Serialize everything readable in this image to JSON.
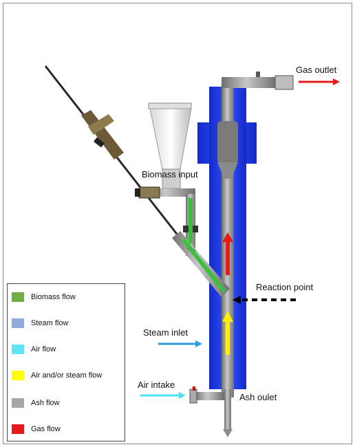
{
  "labels": {
    "gas_outlet": "Gas outlet",
    "biomass_input": "Biomass input",
    "reaction_point": "Reaction point",
    "steam_inlet": "Steam inlet",
    "air_intake": "Air intake",
    "ash_outlet": "Ash oulet"
  },
  "legend": {
    "items": [
      {
        "label": "Biomass flow",
        "color": "#70ad47",
        "icon": "biomass-flow-swatch"
      },
      {
        "label": "Steam flow",
        "color": "#8faadc",
        "icon": "steam-flow-swatch"
      },
      {
        "label": "Air flow",
        "color": "#5ee6f5",
        "icon": "air-flow-swatch"
      },
      {
        "label": "Air and/or steam flow",
        "color": "#ffff00",
        "icon": "air-steam-flow-swatch"
      },
      {
        "label": "Ash flow",
        "color": "#a6a6a6",
        "icon": "ash-flow-swatch"
      },
      {
        "label": "Gas flow",
        "color": "#e41a1c",
        "icon": "gas-flow-swatch"
      }
    ]
  },
  "colors": {
    "reactor_blue": "#1e3cf0",
    "biomass_green": "#3cbf3c",
    "air_cyan": "#4fe0f0",
    "steam_blue": "#2e9be0",
    "gas_red": "#e31b1b",
    "yellow": "#ffee00",
    "tube_gray": "#8c8c8c"
  }
}
